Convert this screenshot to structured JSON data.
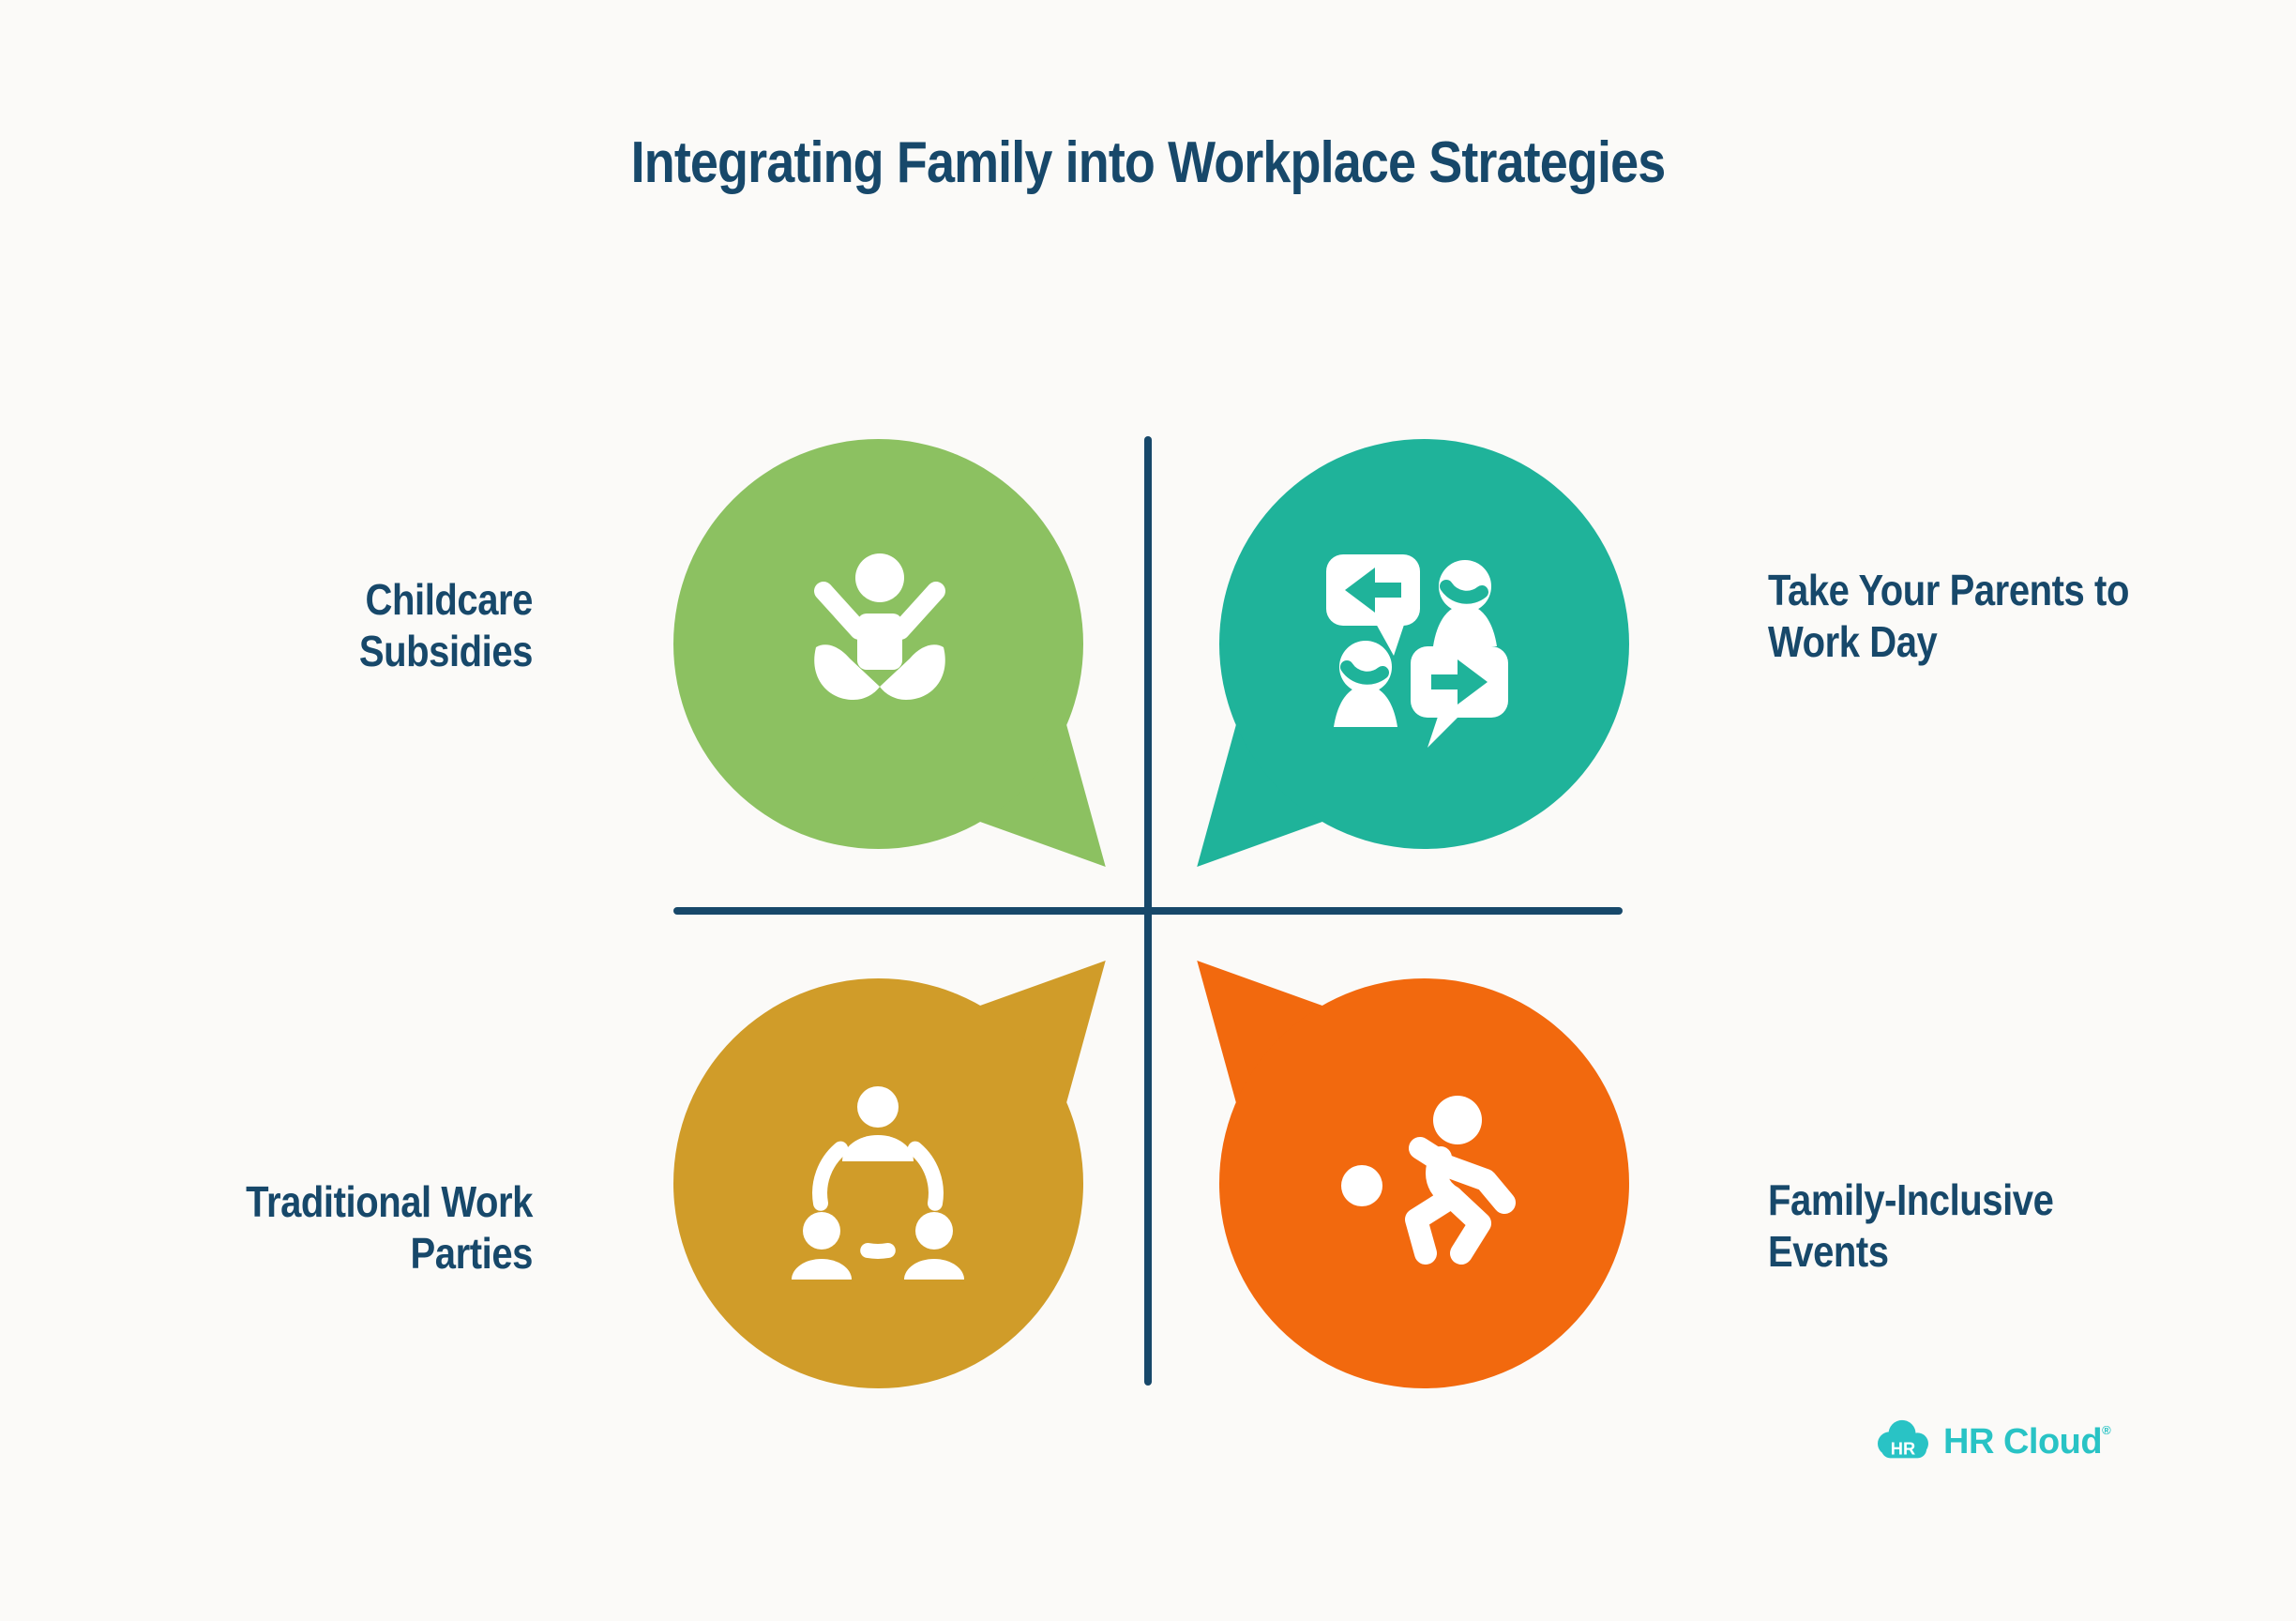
{
  "title": "Integrating Family into Workplace Strategies",
  "palette": {
    "bg": "#FBFAF8",
    "navy": "#17486A",
    "green": "#8CC161",
    "teal": "#1FB39A",
    "gold": "#D09C29",
    "orange": "#F2690E",
    "logo_teal": "#29C3C5"
  },
  "quadrants": [
    {
      "position": "top-left",
      "label": "Childcare Subsidies",
      "lines": [
        "Childcare Subsidies"
      ],
      "color": "#8CC161",
      "icon": "child-held-by-hands",
      "bubble_tail": "bottom-right"
    },
    {
      "position": "top-right",
      "label": "Take Your Parents to Work Day",
      "lines": [
        "Take Your Parents to",
        "Work Day"
      ],
      "color": "#1FB39A",
      "icon": "parents-conversation",
      "bubble_tail": "bottom-left"
    },
    {
      "position": "bottom-left",
      "label": "Traditional Work Parties",
      "lines": [
        "Traditional Work",
        "Parties"
      ],
      "color": "#D09C29",
      "icon": "team-around-table",
      "bubble_tail": "top-right"
    },
    {
      "position": "bottom-right",
      "label": "Family-Inclusive Events",
      "lines": [
        "Family-Inclusive",
        "Events"
      ],
      "color": "#F2690E",
      "icon": "running-child-with-ball",
      "bubble_tail": "top-left"
    }
  ],
  "logo": {
    "badge_text": "HR",
    "brand_text": "HR Cloud",
    "trademark_symbol": "®"
  }
}
